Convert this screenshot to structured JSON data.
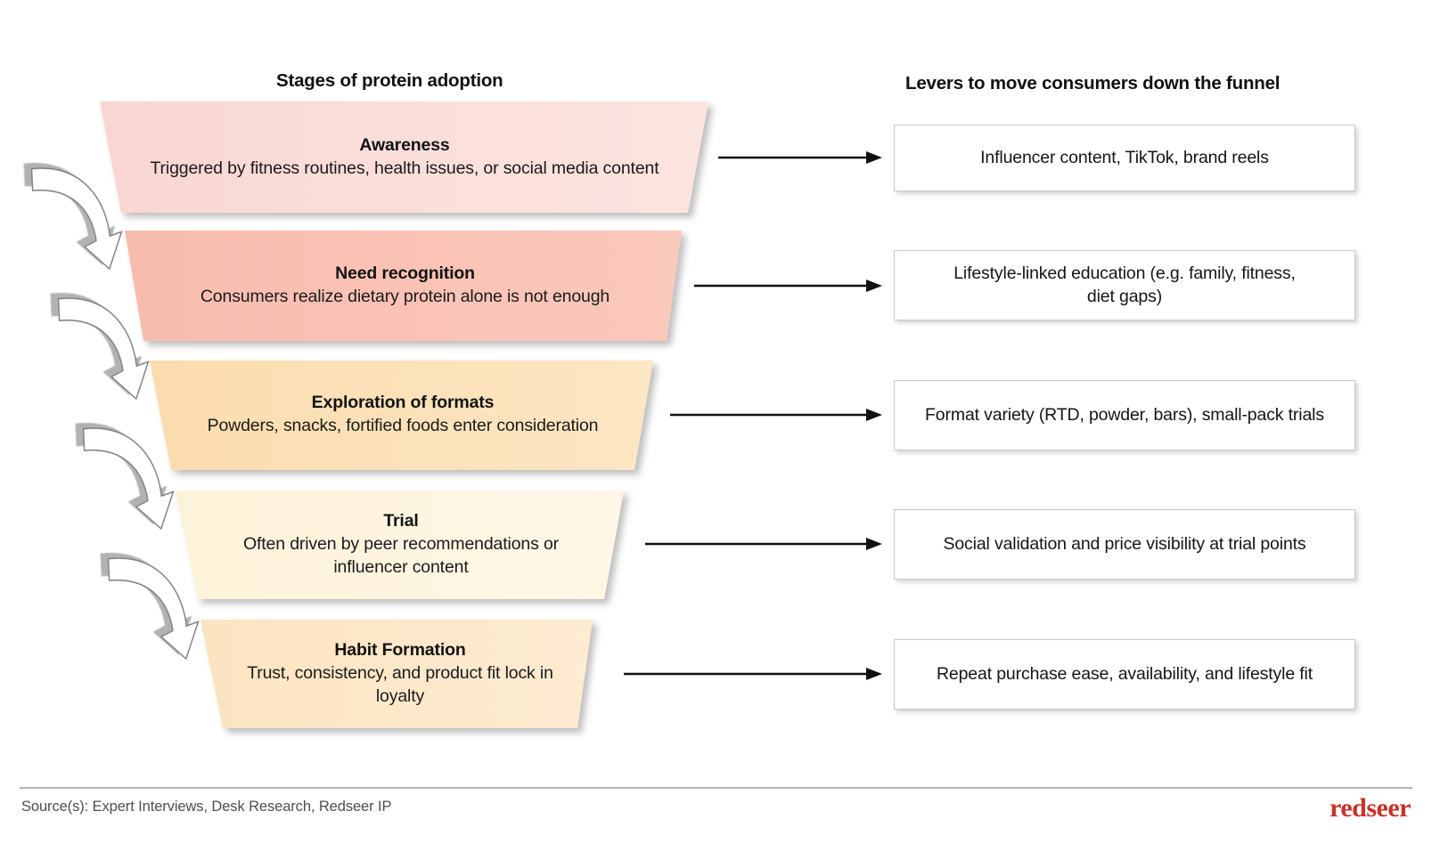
{
  "headers": {
    "stages": "Stages of protein adoption",
    "levers": "Levers to move consumers down the funnel"
  },
  "funnel": {
    "stages": [
      {
        "title": "Awareness",
        "description": "Triggered by fitness routines, health issues, or social media content",
        "color": "#fadcd9"
      },
      {
        "title": "Need recognition",
        "description": "Consumers realize dietary protein alone is not enough",
        "color": "#f9bfb2"
      },
      {
        "title": "Exploration of formats",
        "description": "Powders, snacks, fortified foods enter consideration",
        "color": "#fbdfb4"
      },
      {
        "title": "Trial",
        "description": "Often driven by peer recommendations or influencer content",
        "color": "#fdf3dd"
      },
      {
        "title": "Habit Formation",
        "description": "Trust, consistency, and product fit lock in loyalty",
        "color": "#fbe6c6"
      }
    ]
  },
  "levers": {
    "items": [
      {
        "text": "Influencer content, TikTok, brand reels"
      },
      {
        "text": "Lifestyle-linked education (e.g. family, fitness, diet gaps)"
      },
      {
        "text": "Format variety (RTD, powder, bars), small-pack trials"
      },
      {
        "text": "Social validation and price visibility at trial points"
      },
      {
        "text": "Repeat purchase ease, availability, and lifestyle fit"
      }
    ]
  },
  "connectors": {
    "count": 5,
    "label": "arrow-right"
  },
  "progress_arrows": {
    "count": 4,
    "label": "curved-down-arrow"
  },
  "footer": {
    "source": "Source(s): Expert Interviews, Desk Research, Redseer IP",
    "logo": "redseer"
  },
  "colors": {
    "brand_red": "#c8312a",
    "box_border": "#c8c8c8",
    "rule": "#b4b4b4"
  }
}
